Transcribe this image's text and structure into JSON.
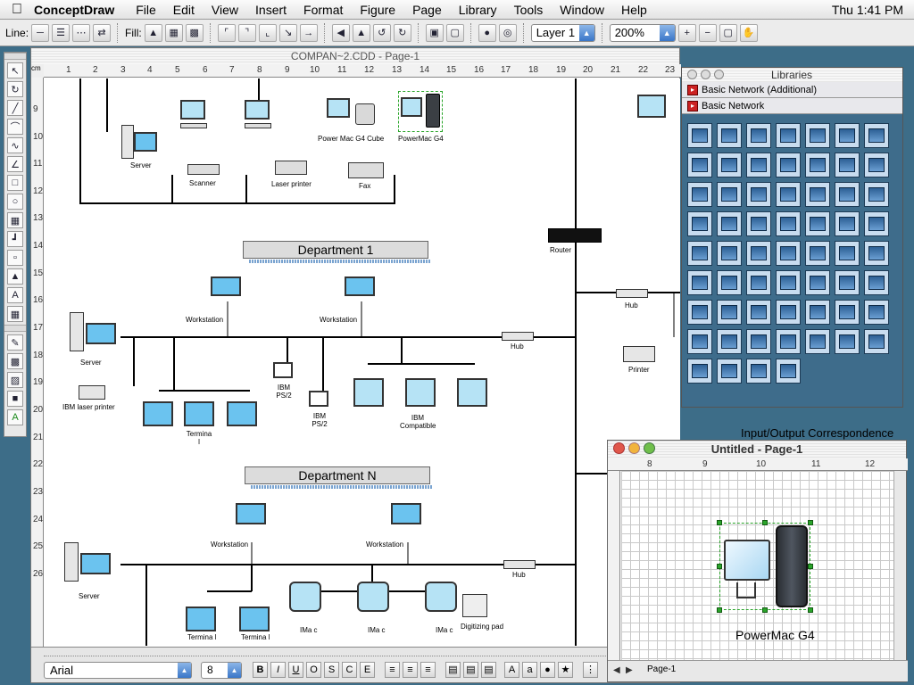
{
  "menubar": {
    "app_name": "ConceptDraw",
    "items": [
      "File",
      "Edit",
      "View",
      "Insert",
      "Format",
      "Figure",
      "Page",
      "Library",
      "Tools",
      "Window",
      "Help"
    ],
    "clock": "Thu 1:41 PM"
  },
  "toolbar": {
    "line_label": "Line:",
    "fill_label": "Fill:",
    "layer_value": "Layer 1",
    "zoom_value": "200%"
  },
  "document": {
    "title": "COMPAN~2.CDD - Page-1",
    "ruler_unit": "cm",
    "ruler_h": [
      "1",
      "2",
      "3",
      "4",
      "5",
      "6",
      "7",
      "8",
      "9",
      "10",
      "11",
      "12",
      "13",
      "14",
      "15",
      "16",
      "17",
      "18",
      "19",
      "20",
      "21",
      "22",
      "23"
    ],
    "ruler_v": [
      "9",
      "10",
      "11",
      "12",
      "13",
      "14",
      "15",
      "16",
      "17",
      "18",
      "19",
      "20",
      "21",
      "22",
      "23",
      "24",
      "25",
      "26"
    ],
    "labels": {
      "server_top": "Server",
      "scanner": "Scanner",
      "laser_printer": "Laser printer",
      "fax": "Fax",
      "cube": "Power Mac G4 Cube",
      "g4": "PowerMac G4",
      "dept1": "Department 1",
      "deptn": "Department N",
      "router": "Router",
      "hub": "Hub",
      "printer": "Printer",
      "workstation": "Workstation",
      "server": "Server",
      "ibm_laser": "IBM laser printer",
      "terminal": "Termina l",
      "ibm_ps2": "IBM PS/2",
      "ibm_compat": "IBM Compatible",
      "imac": "IMa c",
      "digitizing": "Digitizing pad"
    }
  },
  "format_bar": {
    "font": "Arial",
    "size": "8",
    "buttons": [
      "B",
      "I",
      "U",
      "O",
      "S",
      "C",
      "E"
    ]
  },
  "libraries": {
    "title": "Libraries",
    "tabs": [
      "Basic Network (Additional)",
      "Basic Network"
    ]
  },
  "untitled": {
    "title": "Untitled - Page-1",
    "ruler": [
      "8",
      "9",
      "10",
      "11",
      "12"
    ],
    "label": "PowerMac G4",
    "page_tab": "Page-1"
  },
  "background_text": "Input/Output Correspondence",
  "colors": {
    "desktop": "#3d6d88",
    "selection": "#2aa52a",
    "library_bg": "#3e6c8b"
  }
}
